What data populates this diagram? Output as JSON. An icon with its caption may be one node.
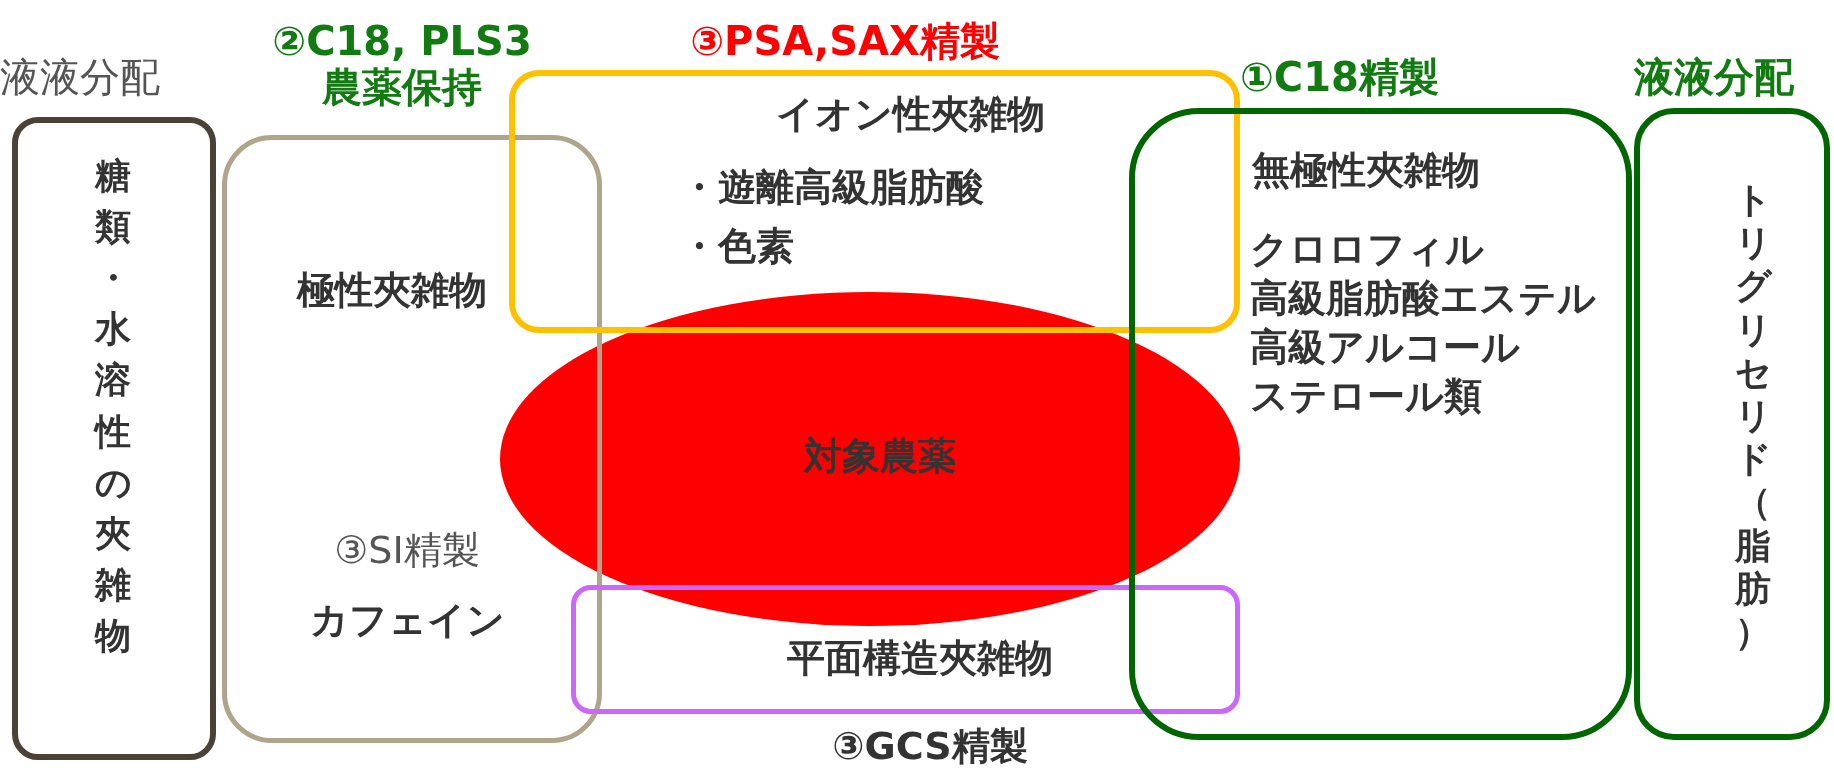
{
  "diagram": {
    "nodes": [
      {
        "text": [
          "液液分配",
          "糖類・水溶性の夾雑物"
        ]
      },
      {
        "text": [
          "②C18, PLS3 農薬保持",
          "極性夾雑物",
          "③SI精製",
          "カフェイン"
        ]
      },
      {
        "text": [
          "③PSA,SAX精製",
          "イオン性夾雑物",
          "・遊離高級脂肪酸",
          "・色素"
        ]
      },
      {
        "text": [
          "対象農薬"
        ]
      },
      {
        "text": [
          "平面構造夾雑物"
        ],
        "beside": [
          "③GCS精製"
        ]
      },
      {
        "text": [
          "①C18精製",
          "無極性夾雑物",
          "クロロフィル",
          "高級脂肪酸エステル",
          "高級アルコール",
          "ステロール類"
        ]
      },
      {
        "text": [
          "液液分配",
          "トリグリセリド（脂肪）"
        ]
      }
    ]
  }
}
